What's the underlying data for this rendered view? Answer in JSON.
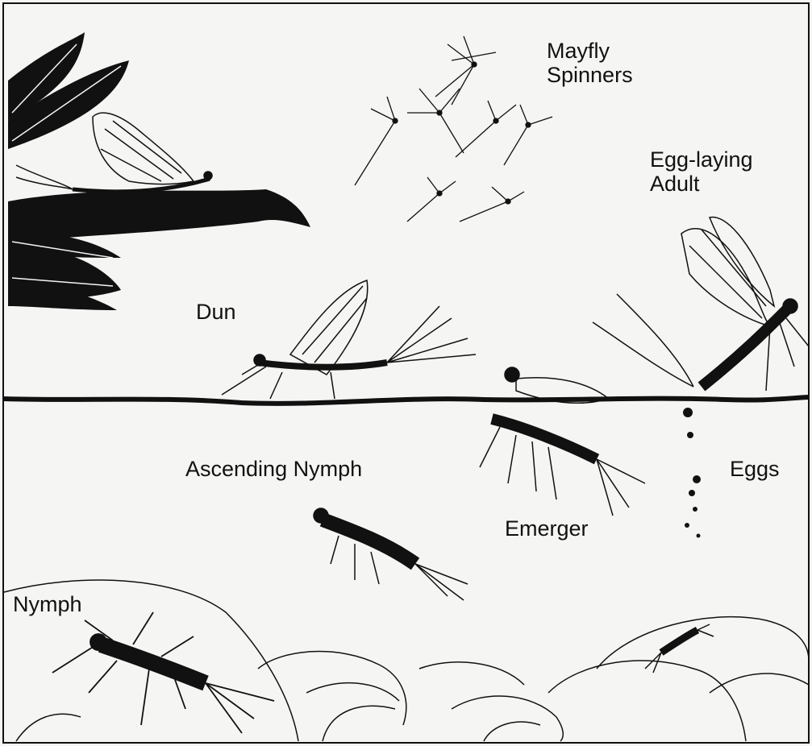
{
  "labels": {
    "mayfly_spinners": [
      "Mayfly",
      "Spinners"
    ],
    "egg_laying_adult": [
      "Egg-laying",
      "Adult"
    ],
    "dun": "Dun",
    "ascending_nymph": "Ascending Nymph",
    "eggs": "Eggs",
    "emerger": "Emerger",
    "nymph": "Nymph"
  },
  "colors": {
    "ink": "#111111",
    "paper": "#f5f5f3"
  }
}
